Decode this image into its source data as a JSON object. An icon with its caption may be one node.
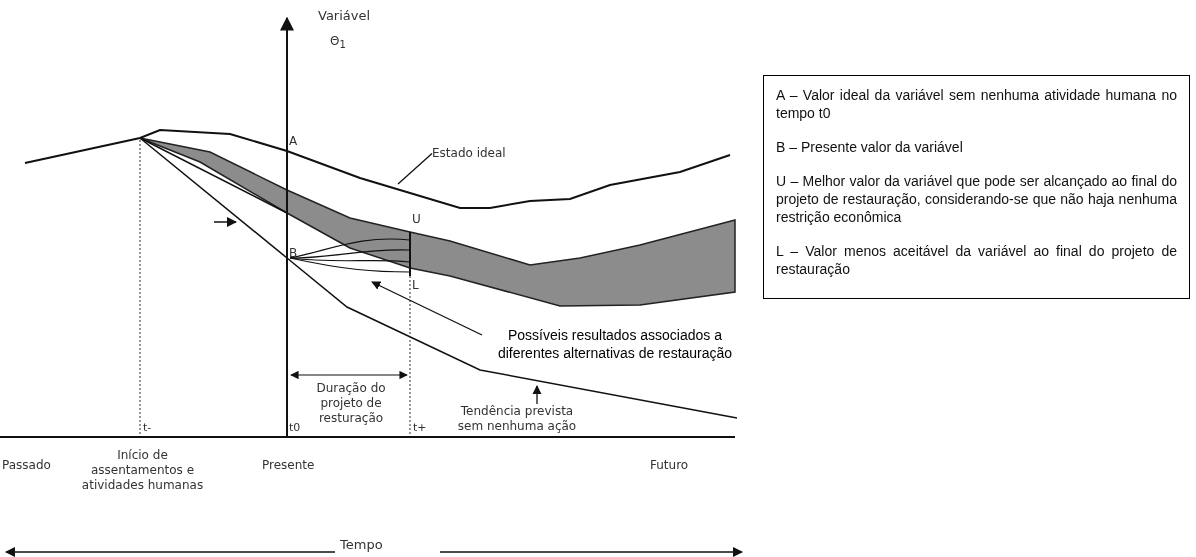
{
  "diagram": {
    "nodes": [
      {
        "text": [
          "Estado ideal"
        ]
      },
      {
        "text": [
          "Possíveis resultados associados a diferentes alternativas de restauração"
        ]
      },
      {
        "text": [
          "Tendência prevista sem nenhuma ação"
        ]
      },
      {
        "text": [
          "A – Valor ideal da variável sem nenhuma atividade humana no tempo t0",
          "B – Presente valor da variável",
          "U – Melhor valor da variável que pode ser alcançado ao final do projeto de restauração, considerando-se que não haja nenhuma restrição econômica",
          "L – Valor menos aceitável da variável ao final do projeto de restauração"
        ]
      }
    ],
    "edges": [
      {
        "from": 0,
        "to": null,
        "arrow": "none"
      },
      {
        "from": 1,
        "to": null,
        "arrow": "to"
      },
      {
        "from": 2,
        "to": null,
        "arrow": "to"
      }
    ],
    "labels": [
      "Variável",
      "Θ$_{1}$",
      "A",
      "B",
      "U",
      "L",
      "t-",
      "t0",
      "t+",
      "Duração do projeto de resturação",
      "Passado",
      "Início de assentamentos e atividades humanas",
      "Presente",
      "Futuro",
      "Tempo"
    ]
  }
}
